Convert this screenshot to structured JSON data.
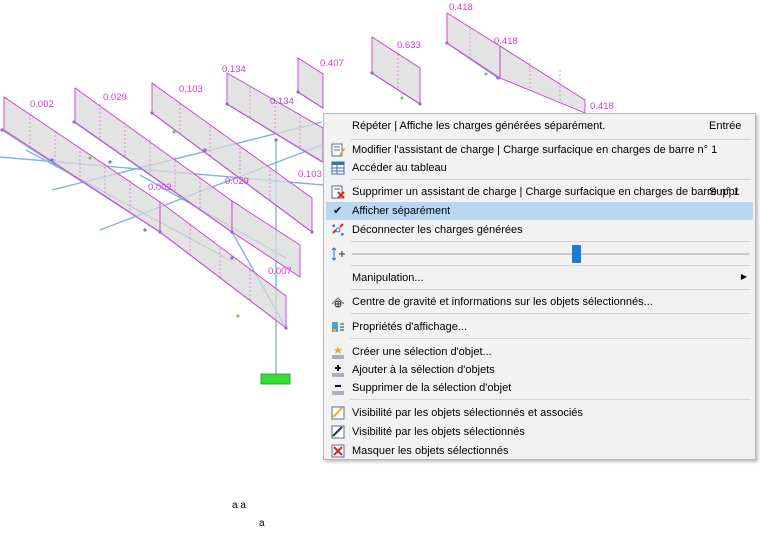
{
  "model": {
    "load_labels": [
      "0.418",
      "0.418",
      "0.633",
      "0.407",
      "0.418",
      "0.134",
      "0.134",
      "0.103",
      "0.029",
      "0.002",
      "0.103",
      "0.029",
      "0.002",
      "0.007"
    ],
    "stray_texts": [
      "a  a",
      "a"
    ]
  },
  "colors": {
    "member": "#7fb4e0",
    "load_fill": "#d9d9d9",
    "load_line": "#d23bd2",
    "label": "#d23bd2",
    "support": "#33dd33",
    "menu_highlight": "#b9d7f0"
  },
  "menu": {
    "items": [
      {
        "label": "Répéter | Affiche les charges générées séparément.",
        "shortcut": "Entrée",
        "icon": ""
      },
      {
        "label": "Modifier l'assistant de charge | Charge surfacique en charges de barre n° 1",
        "icon": "edit-load-wizard-icon"
      },
      {
        "label": "Accéder au tableau",
        "icon": "table-icon"
      },
      {
        "label": "Supprimer un assistant de charge | Charge surfacique en charges de barre n° 1",
        "shortcut": "Suppr",
        "icon": "delete-load-wizard-icon"
      },
      {
        "label": "Afficher séparément",
        "icon": "checkmark-icon"
      },
      {
        "label": "Déconnecter les charges générées",
        "icon": "disconnect-icon"
      },
      {
        "label": "Manipulation...",
        "icon": ""
      },
      {
        "label": "Centre de gravité et informations sur les objets sélectionnés...",
        "icon": "center-of-gravity-icon"
      },
      {
        "label": "Propriétés d'affichage...",
        "icon": "display-properties-icon"
      },
      {
        "label": "Créer une sélection d'objet...",
        "icon": "create-selection-icon"
      },
      {
        "label": "Ajouter à la sélection d'objets",
        "icon": "add-selection-icon"
      },
      {
        "label": "Supprimer de la sélection d'objet",
        "icon": "remove-selection-icon"
      },
      {
        "label": "Visibilité par les objets sélectionnés et associés",
        "icon": "visibility-associated-icon"
      },
      {
        "label": "Visibilité par les objets sélectionnés",
        "icon": "visibility-selected-icon"
      },
      {
        "label": "Masquer les objets sélectionnés",
        "icon": "hide-objects-icon"
      }
    ]
  }
}
